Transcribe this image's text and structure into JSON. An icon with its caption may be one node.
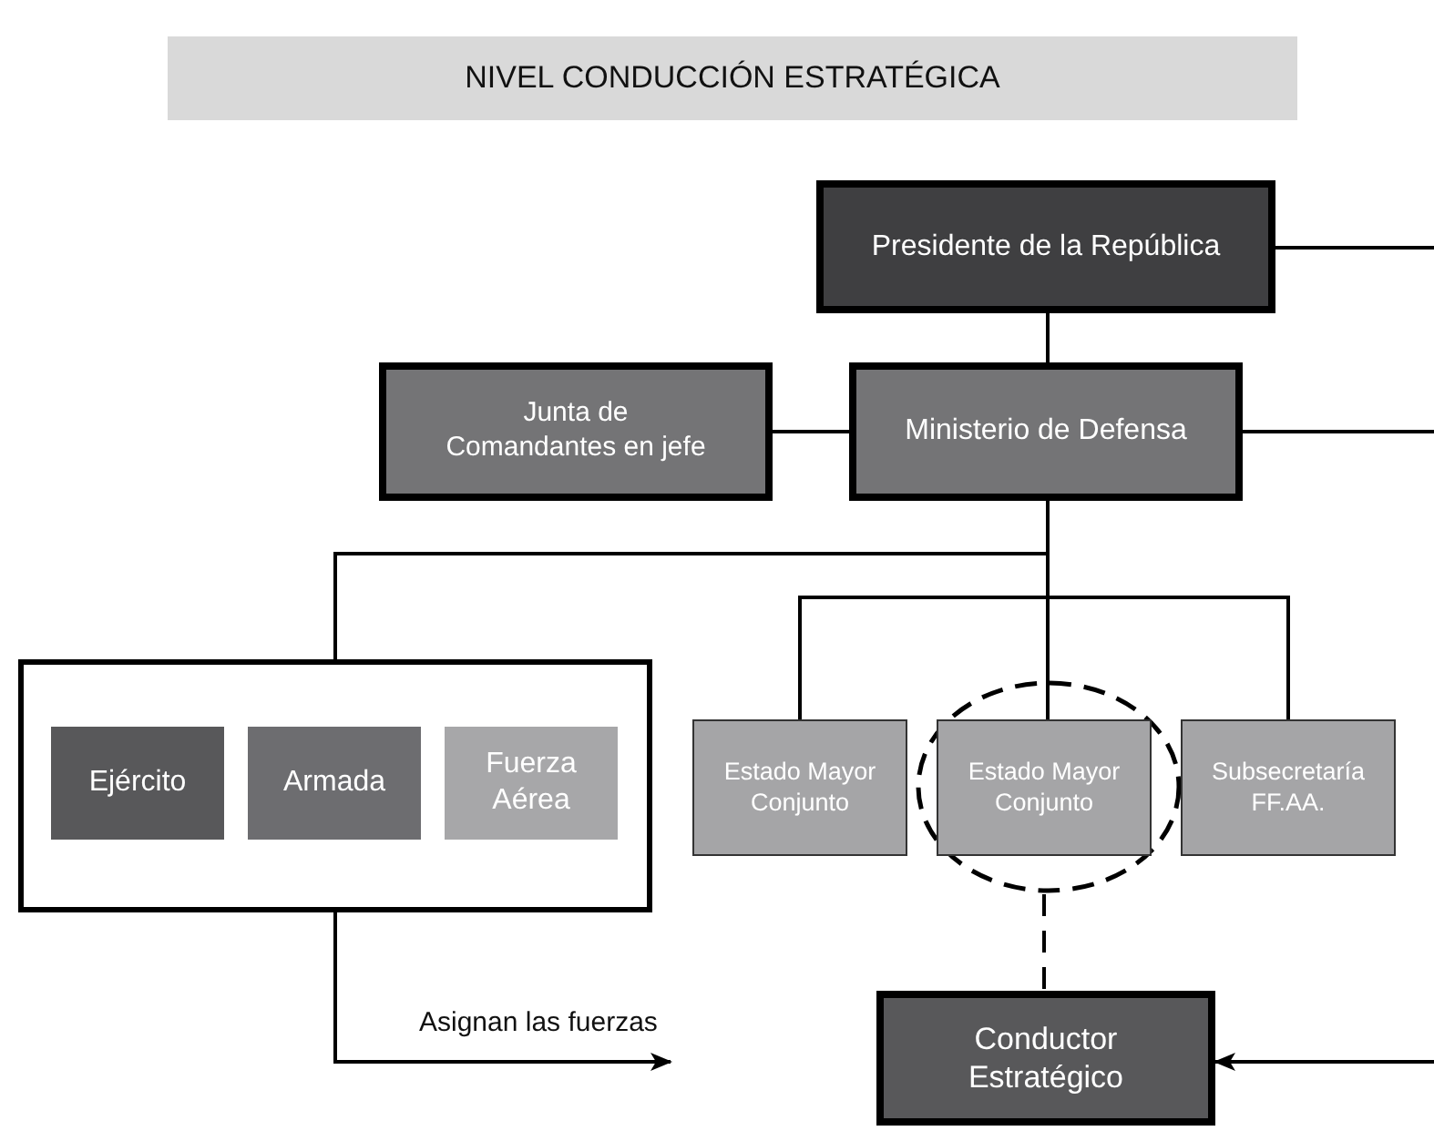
{
  "diagram": {
    "title": "NIVEL CONDUCCIÓN ESTRATÉGICA",
    "nodes": [
      {
        "text": [
          "Presidente de la República"
        ]
      },
      {
        "text": [
          "Junta de Comandantes en jefe"
        ]
      },
      {
        "text": [
          "Ministerio de Defensa"
        ]
      },
      {
        "text": [],
        "shape": "box"
      },
      {
        "text": [
          "Ejército"
        ],
        "in": 3
      },
      {
        "text": [
          "Armada"
        ],
        "in": 3
      },
      {
        "text": [
          "Fuerza Aérea"
        ],
        "in": 3
      },
      {
        "text": [
          "Estado Mayor Conjunto"
        ]
      },
      {
        "text": [
          "Estado Mayor Conjunto"
        ],
        "in": 10
      },
      {
        "text": [
          "Subsecretaría FF.AA."
        ]
      },
      {
        "text": [],
        "shape": "ellipse"
      },
      {
        "text": [
          "Conductor Estratégico"
        ]
      }
    ],
    "edges": [
      {
        "from": 0,
        "to": null,
        "arrow": "none"
      },
      {
        "from": 0,
        "to": 2,
        "arrow": "none"
      },
      {
        "from": 1,
        "to": 2,
        "arrow": "none"
      },
      {
        "from": 2,
        "to": null,
        "arrow": "none"
      },
      {
        "from": 2,
        "to": 3,
        "arrow": "none"
      },
      {
        "from": 2,
        "to": 7,
        "arrow": "none"
      },
      {
        "from": 2,
        "to": 8,
        "arrow": "none"
      },
      {
        "from": 2,
        "to": 9,
        "arrow": "none"
      },
      {
        "from": 10,
        "to": 11,
        "arrow": "none",
        "style": "dashed"
      },
      {
        "from": 3,
        "to": null,
        "arrow": "to",
        "label": "Asignan las fuerzas"
      },
      {
        "from": null,
        "to": 11,
        "arrow": "to"
      }
    ]
  }
}
